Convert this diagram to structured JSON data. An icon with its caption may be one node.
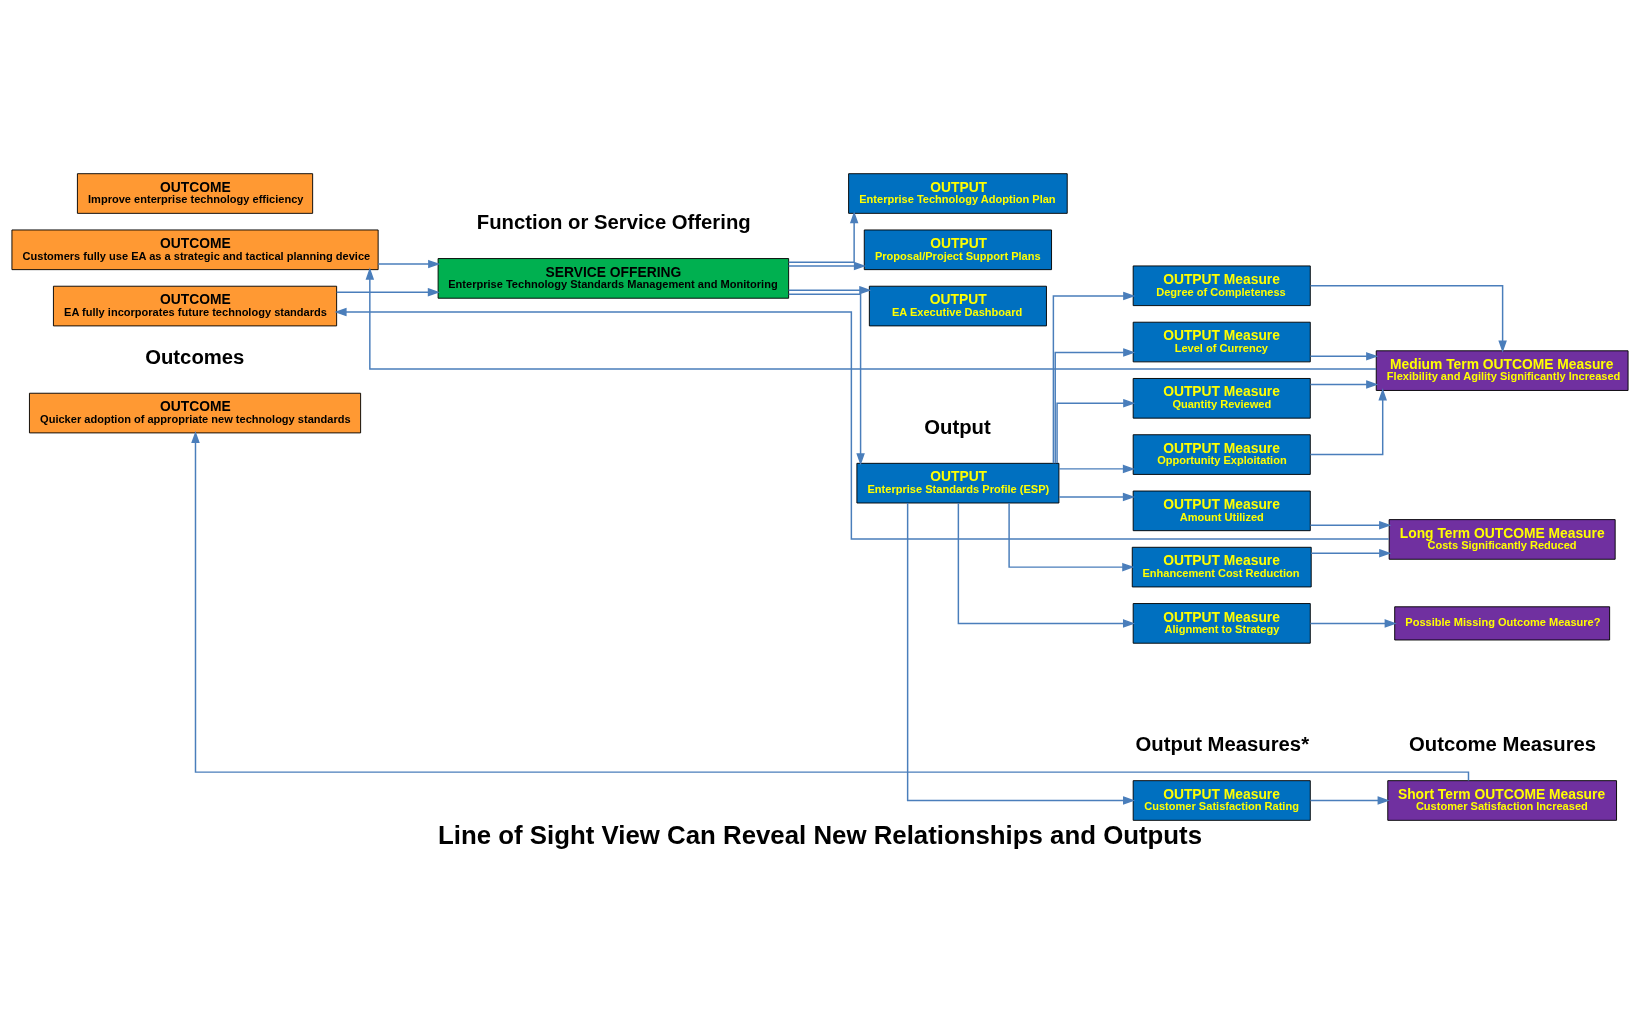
{
  "diagram": {
    "title": "Line of Sight View Can Reveal New Relationships and Outputs",
    "nodes": [
      {
        "text": [
          "OUTCOME",
          "Quicker adoption of appropriate new technology standards"
        ]
      },
      {
        "text": [
          "OUTCOME",
          "Customers fully use EA as a strategic and tactical planning device"
        ]
      },
      {
        "text": [
          "OUTCOME",
          "EA fully incorporates future technology standards"
        ]
      },
      {
        "text": [
          "OUTCOME",
          "Improve enterprise technology efficiency"
        ]
      },
      {
        "text": [
          "SERVICE OFFERING",
          "Enterprise Technology Standards Management and Monitoring"
        ]
      },
      {
        "text": [
          "OUTPUT",
          "Enterprise Standards Profile (ESP)"
        ]
      },
      {
        "text": [
          "OUTPUT",
          "Enterprise Technology Adoption Plan"
        ]
      },
      {
        "text": [
          "OUTPUT",
          "Proposal/Project Support Plans"
        ]
      },
      {
        "text": [
          "OUTPUT",
          "EA Executive Dashboard"
        ]
      },
      {
        "text": [
          "OUTPUT Measure",
          "Customer Satisfaction Rating"
        ]
      },
      {
        "text": [
          "OUTPUT Measure",
          "Degree of Completeness"
        ]
      },
      {
        "text": [
          "OUTPUT Measure",
          "Level of Currency"
        ]
      },
      {
        "text": [
          "OUTPUT Measure",
          "Quantity Reviewed"
        ]
      },
      {
        "text": [
          "OUTPUT Measure",
          "Opportunity Exploitation"
        ]
      },
      {
        "text": [
          "OUTPUT Measure",
          "Amount Utilized"
        ]
      },
      {
        "text": [
          "OUTPUT Measure",
          "Enhancement Cost Reduction"
        ]
      },
      {
        "text": [
          "OUTPUT Measure",
          "Alignment to Strategy"
        ]
      },
      {
        "text": [
          "Short Term OUTCOME Measure",
          "Customer Satisfaction Increased"
        ]
      },
      {
        "text": [
          "Medium Term OUTCOME Measure",
          "Flexibility and Agility Significantly Increased"
        ]
      },
      {
        "text": [
          "Long Term OUTCOME Measure",
          "Costs Significantly Reduced"
        ]
      },
      {
        "text": [
          "Possible Missing Outcome Measure?"
        ]
      }
    ],
    "edges": [
      {
        "from": 1,
        "to": 4,
        "arrow": "to"
      },
      {
        "from": 2,
        "to": 4,
        "arrow": "to"
      },
      {
        "from": 4,
        "to": 5,
        "arrow": "to"
      },
      {
        "from": 4,
        "to": 6,
        "arrow": "to"
      },
      {
        "from": 4,
        "to": 7,
        "arrow": "to"
      },
      {
        "from": 4,
        "to": 8,
        "arrow": "to"
      },
      {
        "from": 5,
        "to": 9,
        "arrow": "to"
      },
      {
        "from": 5,
        "to": 10,
        "arrow": "to"
      },
      {
        "from": 5,
        "to": 11,
        "arrow": "to"
      },
      {
        "from": 5,
        "to": 12,
        "arrow": "to"
      },
      {
        "from": 5,
        "to": 13,
        "arrow": "to"
      },
      {
        "from": 5,
        "to": 14,
        "arrow": "to"
      },
      {
        "from": 5,
        "to": 15,
        "arrow": "to"
      },
      {
        "from": 5,
        "to": 16,
        "arrow": "to"
      },
      {
        "from": 9,
        "to": 17,
        "arrow": "to"
      },
      {
        "from": 10,
        "to": 18,
        "arrow": "to"
      },
      {
        "from": 11,
        "to": 18,
        "arrow": "to"
      },
      {
        "from": 12,
        "to": 18,
        "arrow": "to"
      },
      {
        "from": 13,
        "to": 18,
        "arrow": "to"
      },
      {
        "from": 14,
        "to": 19,
        "arrow": "to"
      },
      {
        "from": 15,
        "to": 19,
        "arrow": "to"
      },
      {
        "from": 16,
        "to": 20,
        "arrow": "to"
      },
      {
        "from": 17,
        "to": 0,
        "arrow": "to"
      },
      {
        "from": 18,
        "to": 1,
        "arrow": "to"
      },
      {
        "from": 19,
        "to": 2,
        "arrow": "to"
      }
    ],
    "labels": [
      "Outcomes",
      "Function or Service Offering",
      "Output",
      "Output Measures*",
      "Outcome Measures"
    ]
  }
}
